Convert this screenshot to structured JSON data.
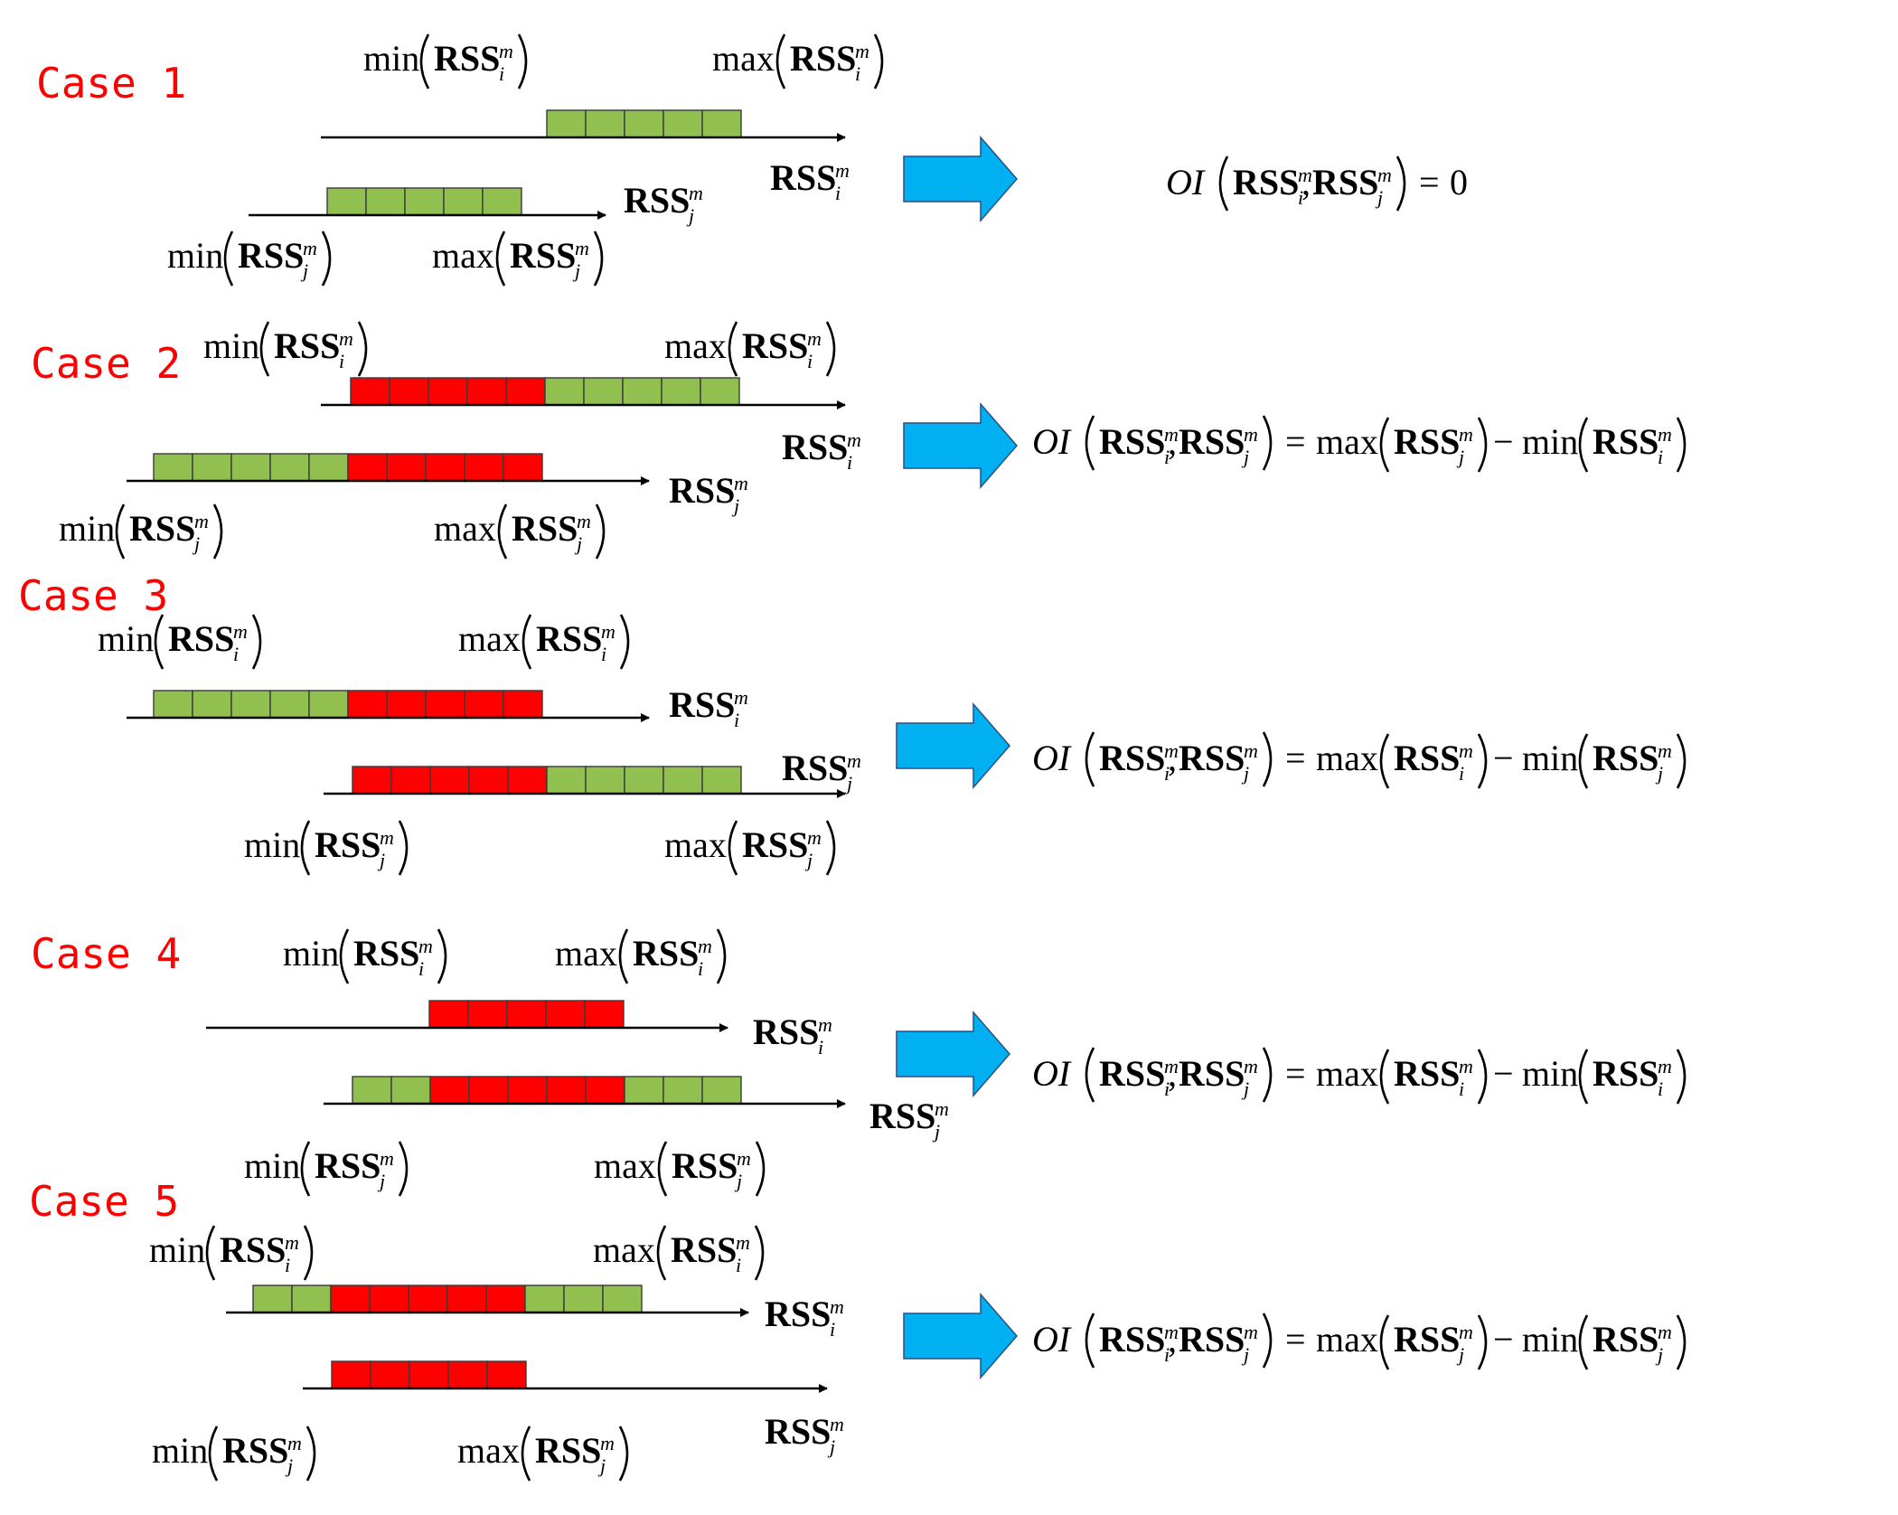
{
  "labels": {
    "min": "min",
    "max": "max",
    "rss": "RSS",
    "sup_m": "m",
    "sub_i": "i",
    "sub_j": "j",
    "oi": "OI",
    "eq": "=",
    "minus": "−",
    "comma": ",",
    "zero": "0"
  },
  "colors": {
    "case_title": "#ff0000",
    "overlap_cell": "#ff0000",
    "plain_cell": "#92c050",
    "arrow": "#00b0f0",
    "line": "#000000"
  },
  "cases": [
    {
      "title": "Case 1",
      "row_i_cells": [
        "plain",
        "plain",
        "plain",
        "plain",
        "plain"
      ],
      "row_j_cells": [
        "plain",
        "plain",
        "plain",
        "plain",
        "plain"
      ],
      "formula": {
        "zero": true
      }
    },
    {
      "title": "Case 2",
      "row_i_cells": [
        "overlap",
        "overlap",
        "overlap",
        "overlap",
        "overlap",
        "plain",
        "plain",
        "plain",
        "plain",
        "plain"
      ],
      "row_j_cells": [
        "plain",
        "plain",
        "plain",
        "plain",
        "plain",
        "overlap",
        "overlap",
        "overlap",
        "overlap",
        "overlap"
      ],
      "formula": {
        "zero": false,
        "max_of": "j",
        "min_of": "i"
      }
    },
    {
      "title": "Case 3",
      "row_i_cells": [
        "plain",
        "plain",
        "plain",
        "plain",
        "plain",
        "overlap",
        "overlap",
        "overlap",
        "overlap",
        "overlap"
      ],
      "row_j_cells": [
        "overlap",
        "overlap",
        "overlap",
        "overlap",
        "overlap",
        "plain",
        "plain",
        "plain",
        "plain",
        "plain"
      ],
      "formula": {
        "zero": false,
        "max_of": "i",
        "min_of": "j"
      }
    },
    {
      "title": "Case 4",
      "row_i_cells": [
        "overlap",
        "overlap",
        "overlap",
        "overlap",
        "overlap"
      ],
      "row_j_cells": [
        "plain",
        "plain",
        "overlap",
        "overlap",
        "overlap",
        "overlap",
        "overlap",
        "plain",
        "plain",
        "plain"
      ],
      "formula": {
        "zero": false,
        "max_of": "i",
        "min_of": "i"
      }
    },
    {
      "title": "Case 5",
      "row_i_cells": [
        "plain",
        "plain",
        "overlap",
        "overlap",
        "overlap",
        "overlap",
        "overlap",
        "plain",
        "plain",
        "plain"
      ],
      "row_j_cells": [
        "overlap",
        "overlap",
        "overlap",
        "overlap",
        "overlap"
      ],
      "formula": {
        "zero": false,
        "max_of": "j",
        "min_of": "j"
      }
    }
  ]
}
